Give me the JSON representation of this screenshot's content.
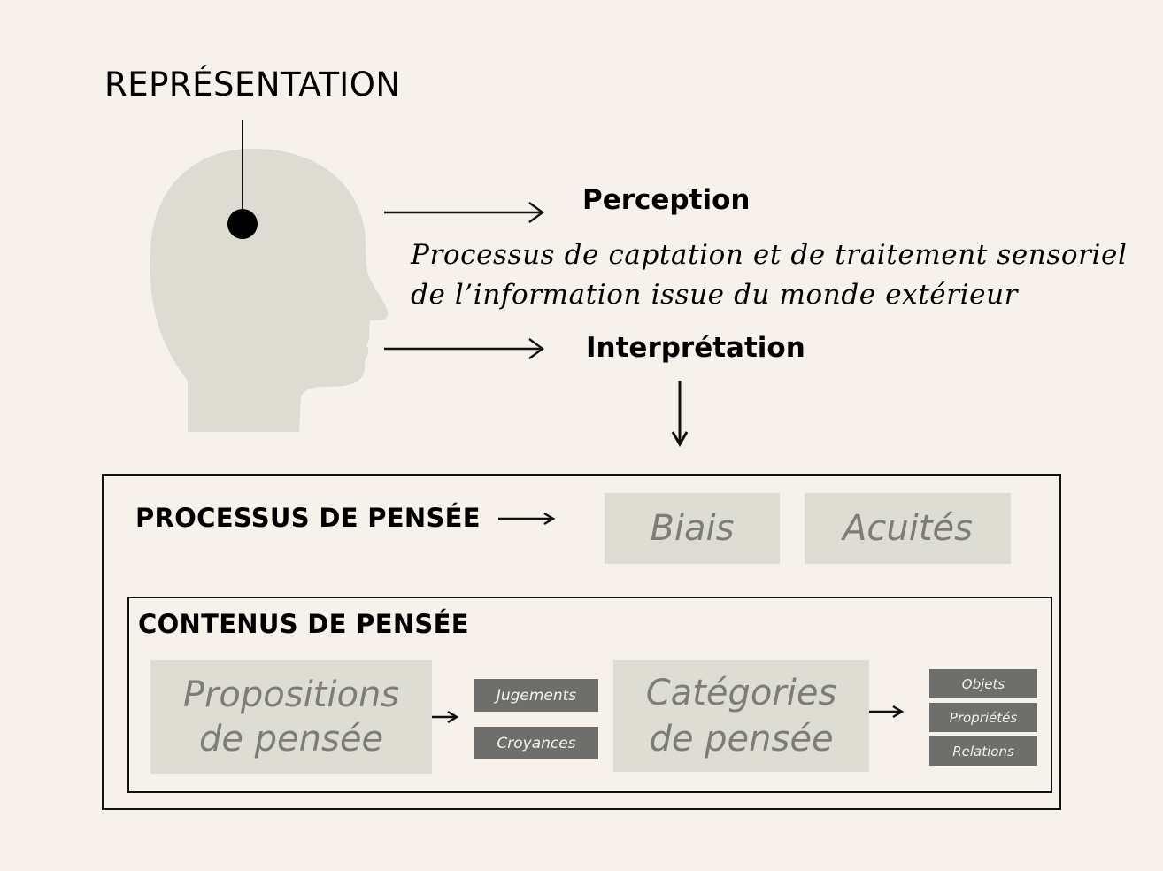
{
  "title": "REPRÉSENTATION",
  "perception": {
    "label": "Perception",
    "description_line1": "Processus de captation et de traitement sensoriel",
    "description_line2": "de l’information issue du monde extérieur"
  },
  "interpretation": {
    "label": "Interprétation"
  },
  "processus": {
    "label": "PROCESSUS DE PENSÉE",
    "items": [
      "Biais",
      "Acuités"
    ]
  },
  "contenus": {
    "label": "CONTENUS DE PENSÉE",
    "propositions": {
      "line1": "Propositions",
      "line2": "de pensée",
      "subitems": [
        "Jugements",
        "Croyances"
      ]
    },
    "categories": {
      "line1": "Catégories",
      "line2": "de pensée",
      "subitems": [
        "Objets",
        "Propriétés",
        "Relations"
      ]
    }
  },
  "colors": {
    "background": "#f6f2eb",
    "head": "#dedbd2",
    "light_box": "#deddd4",
    "light_box_text": "#7d7c79",
    "dark_box": "#6e6e6c",
    "dark_box_text": "#f4f2ee"
  },
  "icons": [
    "head-silhouette-icon",
    "arrow-right-icon",
    "arrow-down-icon"
  ]
}
